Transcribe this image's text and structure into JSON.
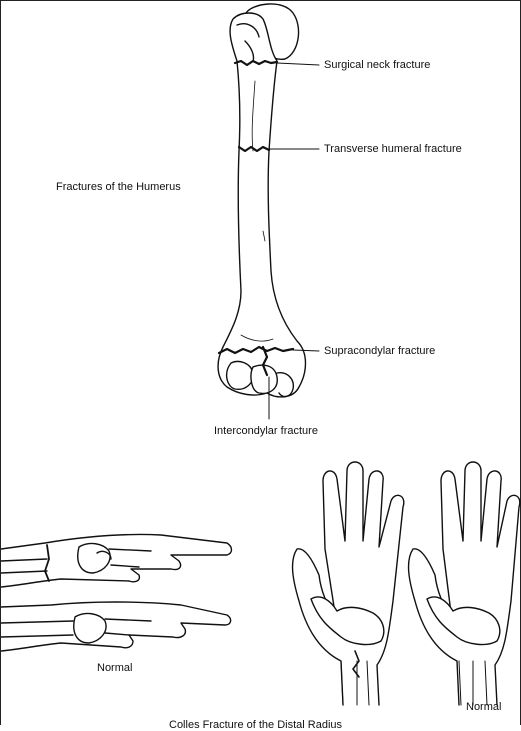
{
  "figure": {
    "section_title": "Fractures of the Humerus",
    "labels": {
      "surgical_neck": "Surgical neck fracture",
      "transverse": "Transverse humeral fracture",
      "supracondylar": "Supracondylar fracture",
      "intercondylar": "Intercondylar fracture"
    },
    "normal_arm_label": "Normal",
    "normal_hand_label": "Normal",
    "bottom_caption": "Colles Fracture of the Distal Radius"
  },
  "colors": {
    "ink": "#111111",
    "bone": "#ffffff",
    "frame": "#222222"
  }
}
